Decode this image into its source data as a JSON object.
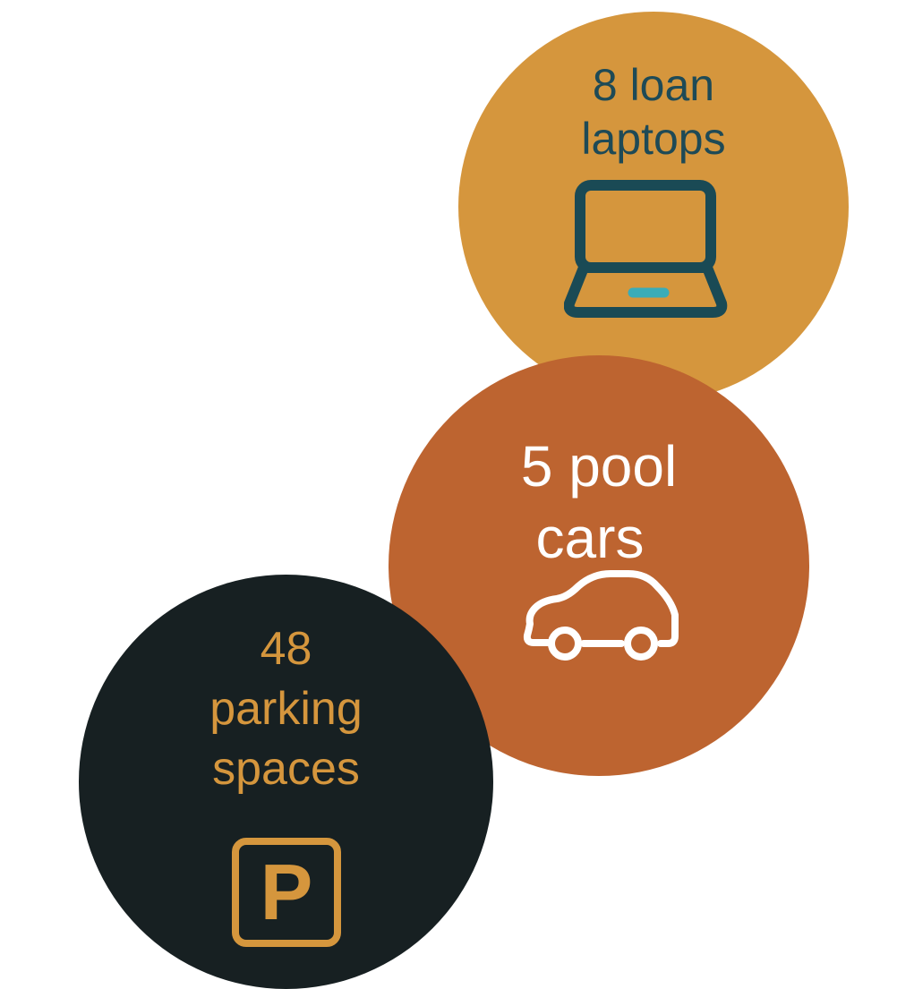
{
  "colors": {
    "background": "#ffffff",
    "laptops_circle": "#d5963d",
    "laptops_text": "#1e4a56",
    "laptop_icon": "#1a4a55",
    "laptop_trackpad": "#3aacb8",
    "cars_circle": "#bd6430",
    "cars_text": "#ffffff",
    "parking_circle": "#172022",
    "parking_text": "#d5963d"
  },
  "stats": [
    {
      "id": "laptops",
      "value": "8",
      "line1": "8 loan",
      "line2": "laptops",
      "icon": "laptop-icon"
    },
    {
      "id": "cars",
      "value": "5",
      "line1": "5 pool",
      "line2": "cars",
      "icon": "car-icon"
    },
    {
      "id": "parking",
      "value": "48",
      "line1": "48",
      "line2": "parking",
      "line3": "spaces",
      "icon": "parking-sign-icon",
      "icon_glyph": "P"
    }
  ]
}
